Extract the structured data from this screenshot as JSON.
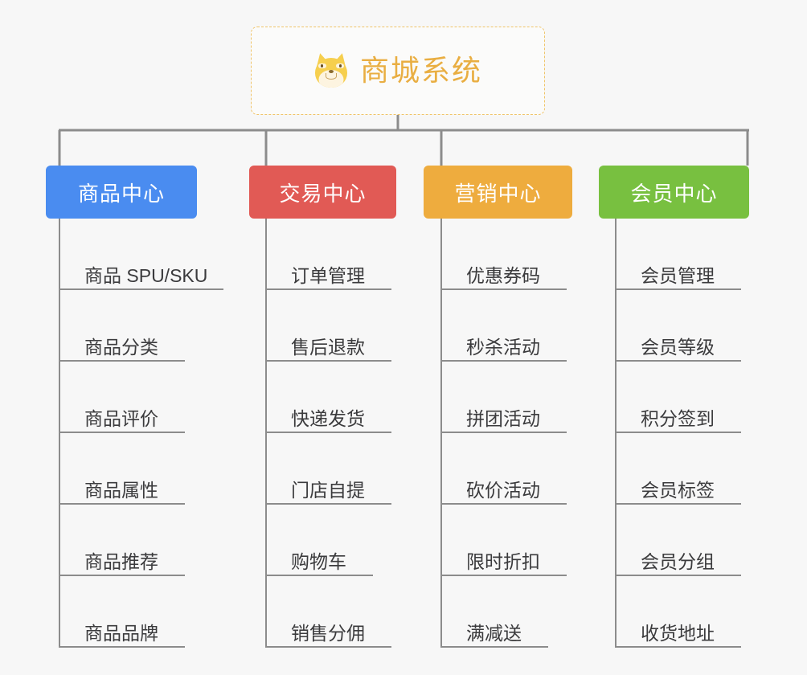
{
  "diagram": {
    "type": "organization-mindmap",
    "background_color": "#f7f7f7",
    "connector_color": "#8c8c8c"
  },
  "root": {
    "title": "商城系统",
    "icon": "shiba-dog-face-icon",
    "text_color": "#e9ae42",
    "border_color": "#f0c469",
    "background_color": "#fbfbfa"
  },
  "branches": [
    {
      "label": "商品中心",
      "color": "#4a8cf0",
      "items": [
        "商品 SPU/SKU",
        "商品分类",
        "商品评价",
        "商品属性",
        "商品推荐",
        "商品品牌"
      ]
    },
    {
      "label": "交易中心",
      "color": "#e15a55",
      "items": [
        "订单管理",
        "售后退款",
        "快递发货",
        "门店自提",
        "购物车",
        "销售分佣"
      ]
    },
    {
      "label": "营销中心",
      "color": "#eeac3e",
      "items": [
        "优惠券码",
        "秒杀活动",
        "拼团活动",
        "砍价活动",
        "限时折扣",
        "满减送"
      ]
    },
    {
      "label": "会员中心",
      "color": "#78c040",
      "items": [
        "会员管理",
        "会员等级",
        "积分签到",
        "会员标签",
        "会员分组",
        "收货地址"
      ]
    }
  ]
}
